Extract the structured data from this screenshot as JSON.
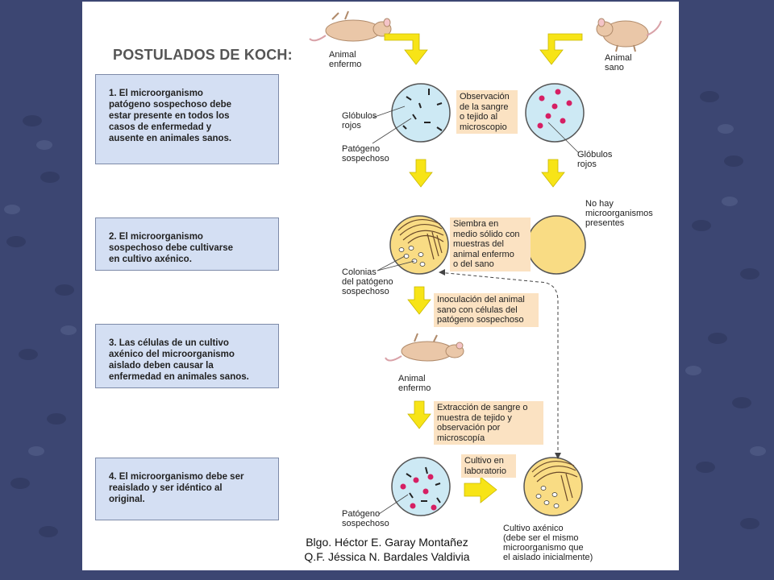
{
  "title": "POSTULADOS DE KOCH:",
  "postulates": [
    {
      "text": "1. El microorganismo\npatógeno sospechoso debe\nestar presente en todos los\ncasos de enfermedad y\nausente en animales sanos."
    },
    {
      "text": "2. El microorganismo\nsospechoso debe cultivarse\nen cultivo axénico."
    },
    {
      "text": "3. Las células de un cultivo\naxénico del microorganismo\naislado deben causar la\nenfermedad en animales sanos."
    },
    {
      "text": "4. El microorganismo debe ser\nreaislado y ser idéntico al\noriginal."
    }
  ],
  "labels": {
    "sick_animal": "Animal\nenfermo",
    "healthy_animal": "Animal\nsano",
    "red_cells_left": "Glóbulos\nrojos",
    "suspect_pathogen_1": "Patógeno\nsospechoso",
    "red_cells_right": "Glóbulos\nrojos",
    "no_microbes": "No hay\nmicroorganismos\npresentes",
    "colonies": "Colonias\ndel patógeno\nsospechoso",
    "sick_animal_2": "Animal\nenfermo",
    "suspect_pathogen_2": "Patógeno\nsospechoso",
    "axenic_culture": "Cultivo axénico\n(debe ser el mismo\nmicroorganismo que\nel aislado inicialmente)"
  },
  "notes": {
    "blood_observation": "Observación\nde la sangre\no tejido al\nmicroscopio",
    "solid_medium": "Siembra en\nmedio sólido con\nmuestras del\nanimal enfermo\no del sano",
    "inoculation": "Inoculación del animal\nsano con células del\npatógeno sospechoso",
    "extraction": "Extracción de sangre o\nmuestra de tejido y\nobservación por\nmicroscopía",
    "lab_culture": "Cultivo en\nlaboratorio"
  },
  "credits": {
    "line1": "Blgo. Héctor E. Garay Montañez",
    "line2": "Q.F. Jéssica N. Bardales Valdivia"
  },
  "colors": {
    "arrow_yellow": "#f7e417",
    "dish_blue": "#cde9f4",
    "dish_yellow": "#f9dc84",
    "red_cell": "#d61f63",
    "note_bg": "#fbe2c2",
    "box_bg": "#d4dff3"
  }
}
